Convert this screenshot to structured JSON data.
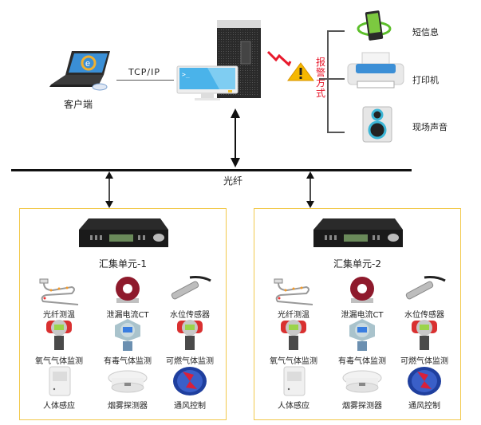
{
  "client": {
    "label": "客户端"
  },
  "link": {
    "label": "TCP/IP"
  },
  "network": {
    "label": "光纤"
  },
  "alarm": {
    "label_chars": [
      "报",
      "警",
      "方",
      "式"
    ],
    "color": "#e8192c",
    "methods": [
      {
        "label": "短信息",
        "icon": "mobile-phone-icon"
      },
      {
        "label": "打印机",
        "icon": "printer-icon"
      },
      {
        "label": "现场声音",
        "icon": "speaker-icon"
      }
    ]
  },
  "units": [
    {
      "title": "汇集单元-1",
      "sensors": [
        {
          "label": "光纤测温",
          "icon": "fiber-thermometer-icon"
        },
        {
          "label": "泄漏电流CT",
          "icon": "current-transformer-icon"
        },
        {
          "label": "水位传感器",
          "icon": "water-level-sensor-icon"
        },
        {
          "label": "氧气气体监测",
          "icon": "oxygen-detector-icon"
        },
        {
          "label": "有毒气体监测",
          "icon": "toxic-gas-detector-icon"
        },
        {
          "label": "可燃气体监测",
          "icon": "combustible-gas-detector-icon"
        },
        {
          "label": "人体感应",
          "icon": "motion-sensor-icon"
        },
        {
          "label": "烟雾探测器",
          "icon": "smoke-detector-icon"
        },
        {
          "label": "通风控制",
          "icon": "ventilation-fan-icon"
        }
      ]
    },
    {
      "title": "汇集单元-2",
      "sensors": [
        {
          "label": "光纤测温",
          "icon": "fiber-thermometer-icon"
        },
        {
          "label": "泄漏电流CT",
          "icon": "current-transformer-icon"
        },
        {
          "label": "水位传感器",
          "icon": "water-level-sensor-icon"
        },
        {
          "label": "氧气气体监测",
          "icon": "oxygen-detector-icon"
        },
        {
          "label": "有毒气体监测",
          "icon": "toxic-gas-detector-icon"
        },
        {
          "label": "可燃气体监测",
          "icon": "combustible-gas-detector-icon"
        },
        {
          "label": "人体感应",
          "icon": "motion-sensor-icon"
        },
        {
          "label": "烟雾探测器",
          "icon": "smoke-detector-icon"
        },
        {
          "label": "通风控制",
          "icon": "ventilation-fan-icon"
        }
      ]
    }
  ],
  "colors": {
    "unit_border": "#f2c94c",
    "line": "#111111",
    "accent_blue": "#29a3e0"
  }
}
